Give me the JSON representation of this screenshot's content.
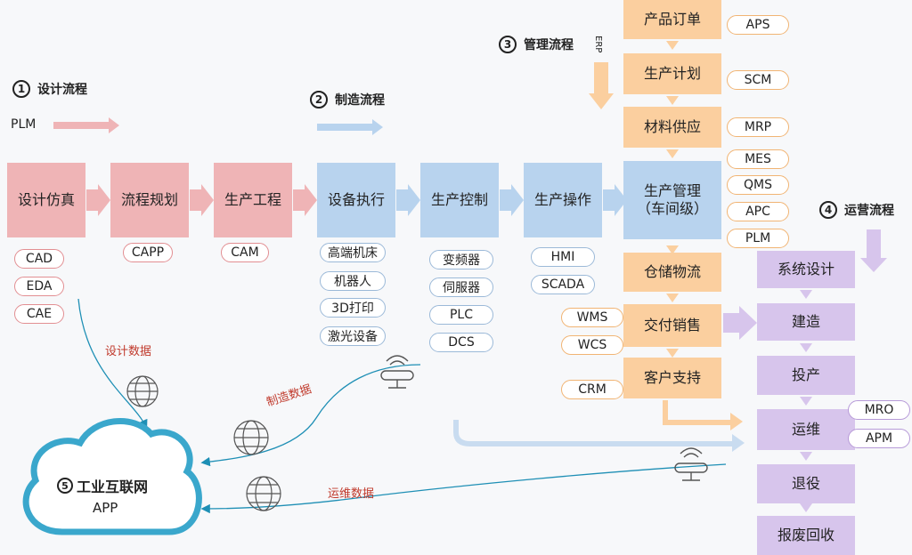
{
  "sections": {
    "design": {
      "num": "1",
      "title": "设计流程"
    },
    "manufacture": {
      "num": "2",
      "title": "制造流程"
    },
    "management": {
      "num": "3",
      "title": "管理流程"
    },
    "operation": {
      "num": "4",
      "title": "运营流程"
    },
    "cloud": {
      "num": "5",
      "title": "工业互联网",
      "subtitle": "APP"
    }
  },
  "plm_label": "PLM",
  "erp_label": "ERP",
  "main_row": [
    "设计仿真",
    "流程规划",
    "生产工程",
    "设备执行",
    "生产控制",
    "生产操作",
    "生产管理\n（车间级）"
  ],
  "design_tags": [
    "CAD",
    "EDA",
    "CAE"
  ],
  "capp_tag": "CAPP",
  "cam_tag": "CAM",
  "equipment_tags": [
    "高端机床",
    "机器人",
    "3D打印",
    "激光设备"
  ],
  "control_tags": [
    "变频器",
    "伺服器",
    "PLC",
    "DCS"
  ],
  "operation_tags": [
    "HMI",
    "SCADA"
  ],
  "management_column": [
    "产品订单",
    "生产计划",
    "材料供应",
    "仓储物流",
    "交付销售",
    "客户支持"
  ],
  "management_right_tags": [
    "APS",
    "SCM",
    "MRP",
    "MES",
    "QMS",
    "APC",
    "PLM"
  ],
  "management_left_tags": [
    "WMS",
    "WCS",
    "CRM"
  ],
  "lifecycle_column": [
    "系统设计",
    "建造",
    "投产",
    "运维",
    "退役",
    "报废回收"
  ],
  "lifecycle_tags": [
    "MRO",
    "APM"
  ],
  "data_flows": [
    "设计数据",
    "制造数据",
    "运维数据"
  ],
  "colors": {
    "design": "#efb4b6",
    "manufacture": "#b8d3ee",
    "management": "#fbcf9f",
    "lifecycle": "#d7c5ec",
    "cloud": "#3aa7cc"
  }
}
